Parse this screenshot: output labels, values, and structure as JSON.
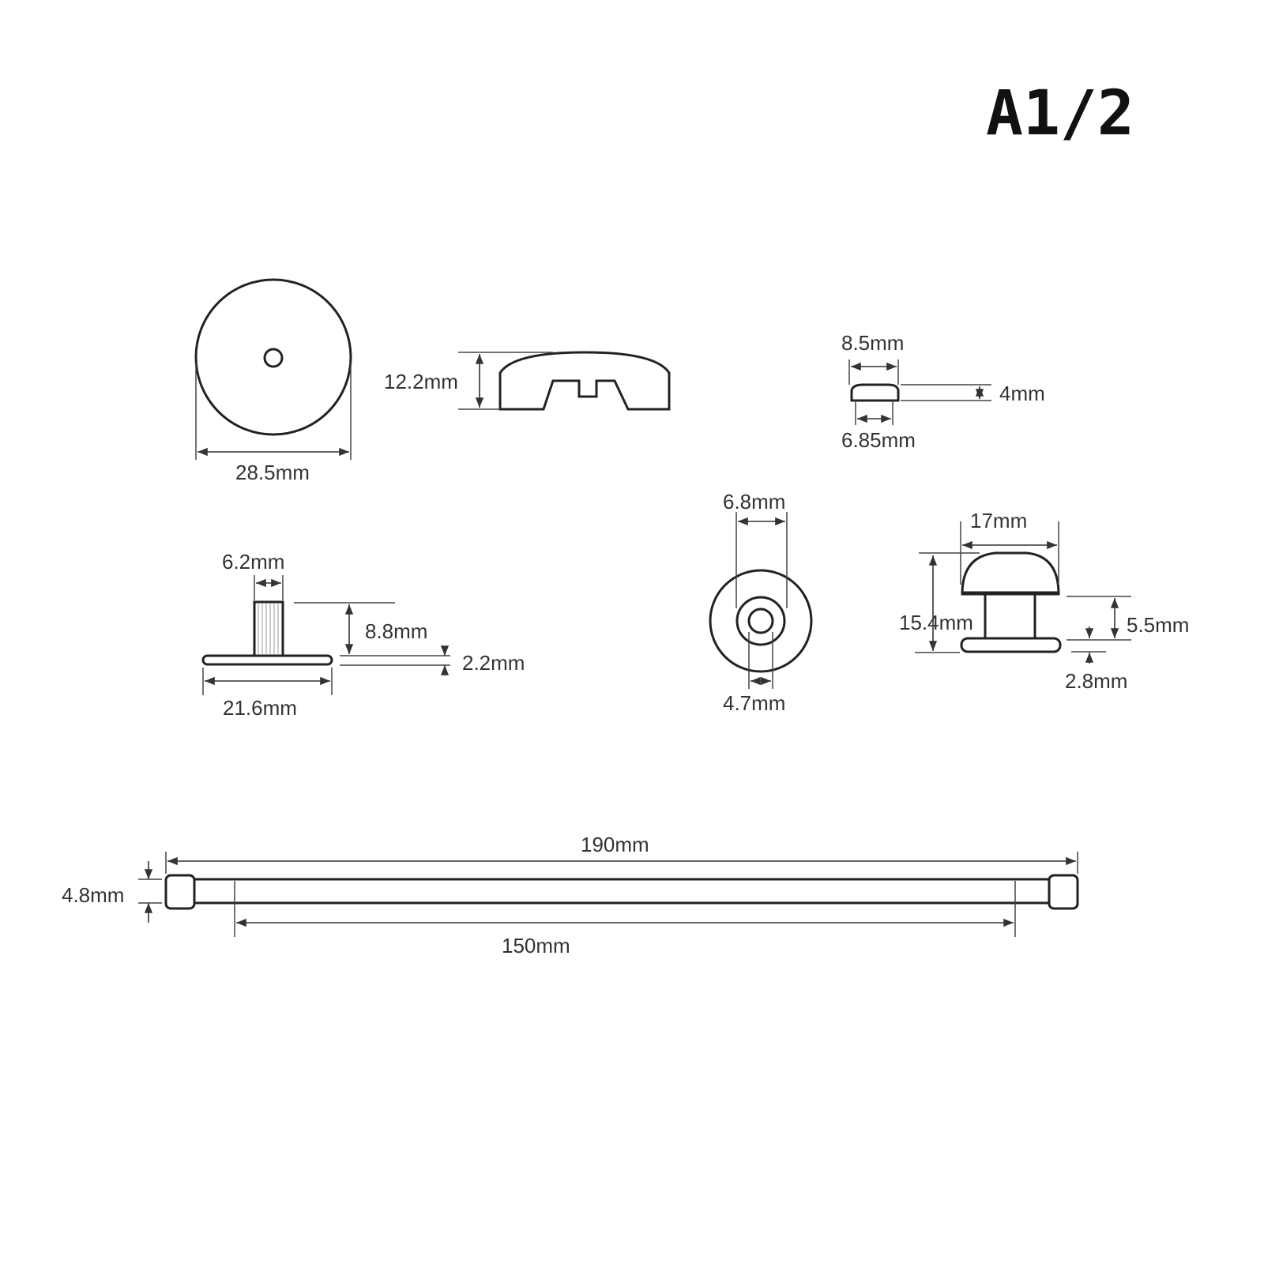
{
  "title": "A1/2",
  "parts": {
    "disc": {
      "diameter": "28.5mm"
    },
    "cap_side": {
      "height": "12.2mm"
    },
    "small_cap": {
      "top_width": "8.5mm",
      "height": "4mm",
      "bottom_width": "6.85mm"
    },
    "screw": {
      "stem_width": "6.2mm",
      "stem_height": "8.8mm",
      "flange_thickness": "2.2mm",
      "flange_width": "21.6mm"
    },
    "washer": {
      "outer": "6.8mm",
      "hole": "4.7mm"
    },
    "mushroom": {
      "head_width": "17mm",
      "total_height": "15.4mm",
      "neck_height": "5.5mm",
      "base_thickness": "2.8mm"
    },
    "rod": {
      "total_length": "190mm",
      "inner_length": "150mm",
      "diameter": "4.8mm"
    }
  }
}
